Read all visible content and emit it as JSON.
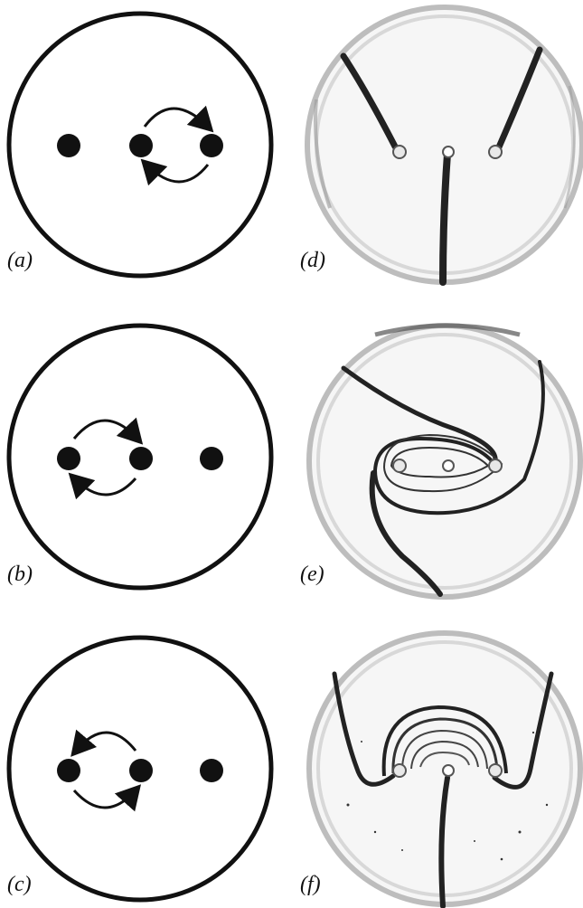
{
  "panels": [
    {
      "label": "(a)",
      "kind": "schematic",
      "arrow_pair": "center-right",
      "direction": "clockwise"
    },
    {
      "label": "(b)",
      "kind": "schematic",
      "arrow_pair": "left-center",
      "direction": "clockwise"
    },
    {
      "label": "(c)",
      "kind": "schematic",
      "arrow_pair": "left-center",
      "direction": "counterclockwise"
    },
    {
      "label": "(d)",
      "kind": "photo",
      "pattern": "three-radial-filaments"
    },
    {
      "label": "(e)",
      "kind": "photo",
      "pattern": "spiral-stretched-filaments"
    },
    {
      "label": "(f)",
      "kind": "photo",
      "pattern": "folded-lobe-filaments"
    }
  ],
  "colors": {
    "ink": "#111111",
    "dye": "#1a1a1a",
    "dish_rim": "#cfcfcf",
    "dish_fill": "#f4f4f4"
  }
}
